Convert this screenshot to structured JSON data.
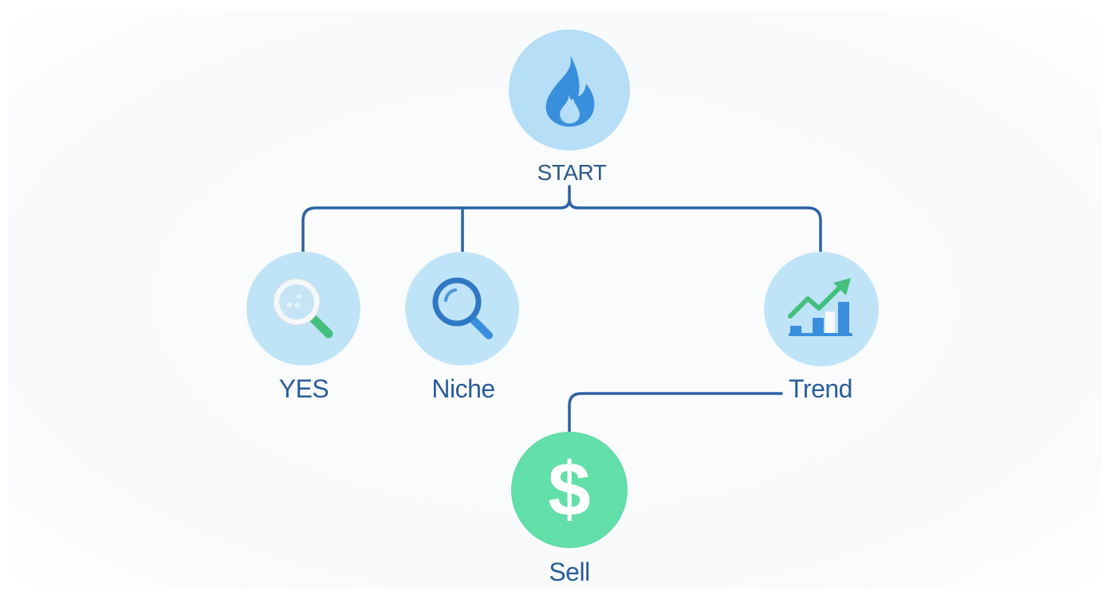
{
  "diagram": {
    "colors": {
      "line": "#2d62a3",
      "node_fill": "#bfe3f7",
      "sell_fill": "#63dfa9",
      "label": "#2b5d99",
      "icon_blue": "#3a8fdc",
      "icon_green": "#44c07e"
    },
    "nodes": [
      {
        "id": "start",
        "label": "START",
        "icon": "fire-icon"
      },
      {
        "id": "yes",
        "label": "YES",
        "icon": "magnifier-light-icon"
      },
      {
        "id": "niche",
        "label": "Niche",
        "icon": "search-icon"
      },
      {
        "id": "trend",
        "label": "Trend",
        "icon": "trend-chart-icon"
      },
      {
        "id": "sell",
        "label": "Sell",
        "icon": "dollar-icon"
      }
    ],
    "edges": [
      {
        "from": "START",
        "to": "YES"
      },
      {
        "from": "START",
        "to": "Niche"
      },
      {
        "from": "START",
        "to": "Trend"
      },
      {
        "from": "Trend",
        "to": "Sell"
      }
    ]
  }
}
